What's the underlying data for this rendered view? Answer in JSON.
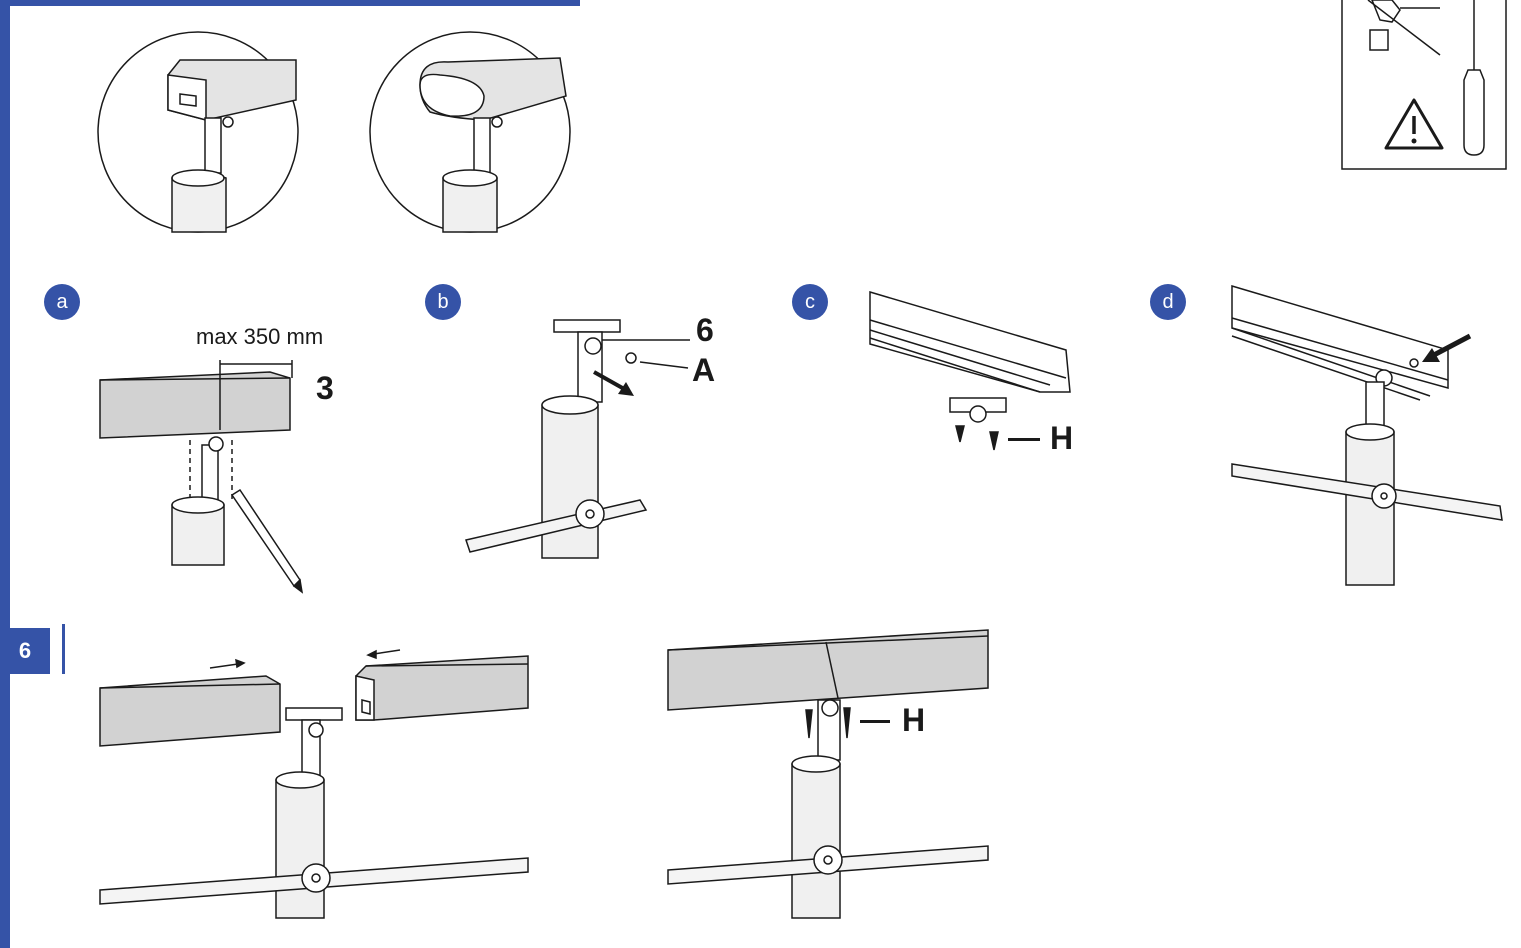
{
  "page": {
    "number": "6"
  },
  "steps": {
    "a": "a",
    "b": "b",
    "c": "c",
    "d": "d"
  },
  "labels": {
    "max_distance": "max 350 mm",
    "part_3": "3",
    "part_6": "6",
    "part_A": "A",
    "part_H_c": "H",
    "part_H_bottom": "H"
  },
  "colors": {
    "accent": "#3553a7",
    "rail_fill": "#d2d2d2",
    "line": "#1a1a1a"
  },
  "icons": [
    "drill-crossed-out-icon",
    "screwdriver-icon",
    "warning-triangle-icon",
    "pencil-icon",
    "arrow-icon"
  ]
}
